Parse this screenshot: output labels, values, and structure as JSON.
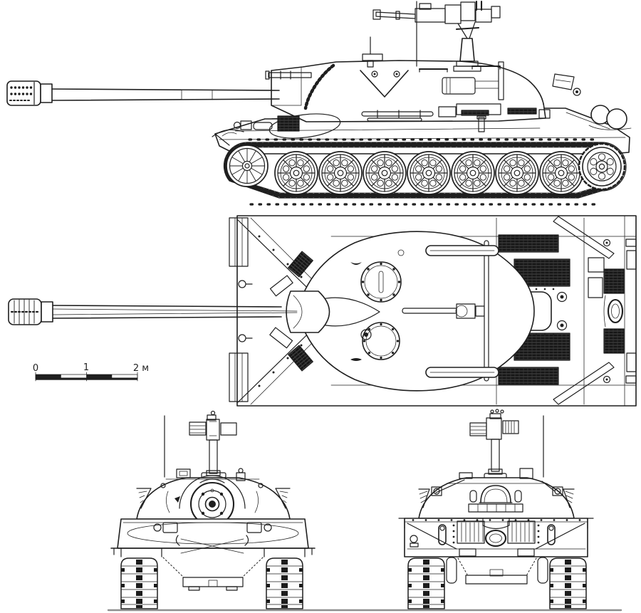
{
  "page": {
    "background": "#ffffff",
    "ink": "#1f1f1f",
    "ground_line": "#8f8f8f"
  },
  "scale_bar": {
    "labels": [
      "0",
      "1",
      "2 м"
    ]
  }
}
